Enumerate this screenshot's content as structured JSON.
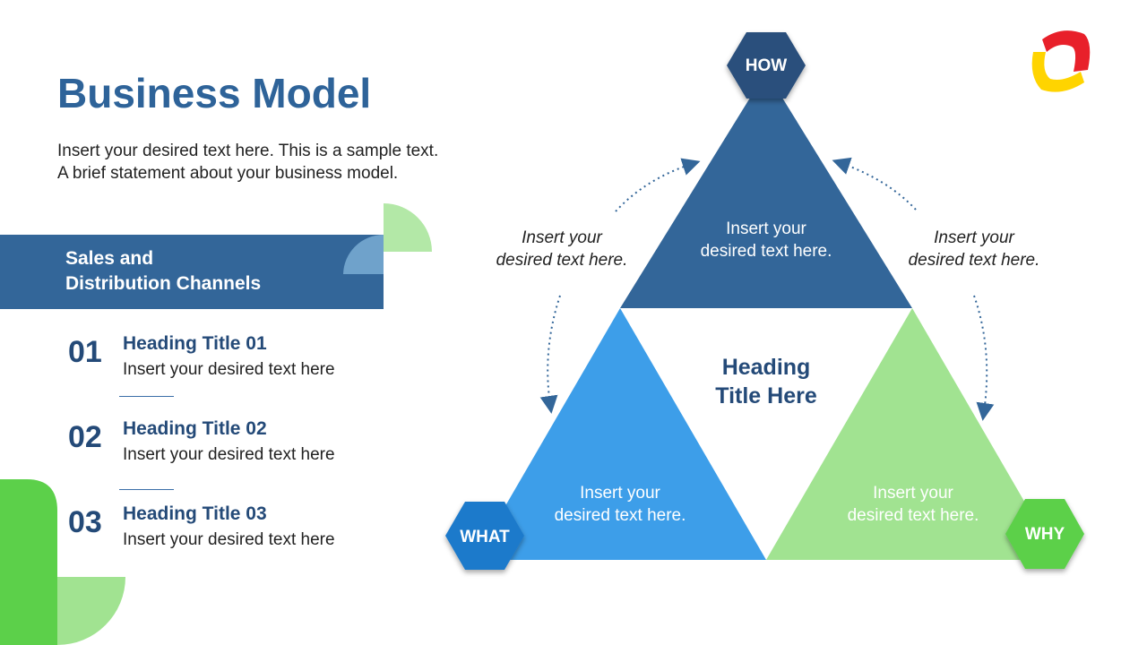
{
  "slide": {
    "title": "Business Model",
    "intro_line1": "Insert your desired text here. This is a sample text.",
    "intro_line2": "A brief statement about your business model."
  },
  "band": {
    "line1": "Sales and",
    "line2": "Distribution Channels"
  },
  "items": [
    {
      "number": "01",
      "title": "Heading Title 01",
      "desc": "Insert your desired text here"
    },
    {
      "number": "02",
      "title": "Heading Title 02",
      "desc": "Insert your desired text here"
    },
    {
      "number": "03",
      "title": "Heading Title 03",
      "desc": "Insert your desired text here"
    }
  ],
  "diagram": {
    "center_heading_line1": "Heading",
    "center_heading_line2": "Title Here",
    "top_triangle": {
      "line1": "Insert your",
      "line2": "desired text here."
    },
    "left_triangle": {
      "line1": "Insert your",
      "line2": "desired text here."
    },
    "right_triangle": {
      "line1": "Insert your",
      "line2": "desired text here."
    },
    "side_left": {
      "line1": "Insert your",
      "line2": "desired text here."
    },
    "side_right": {
      "line1": "Insert your",
      "line2": "desired text here."
    },
    "hex_how": "HOW",
    "hex_what": "WHAT",
    "hex_why": "WHY"
  },
  "colors": {
    "dark_blue": "#336699",
    "navy": "#2a4f7c",
    "mid_blue": "#3d9ee9",
    "what_blue": "#1f7acb",
    "light_green": "#a1e391",
    "green": "#5cd04a",
    "logo_red": "#e8202a",
    "logo_yellow": "#ffd400"
  }
}
